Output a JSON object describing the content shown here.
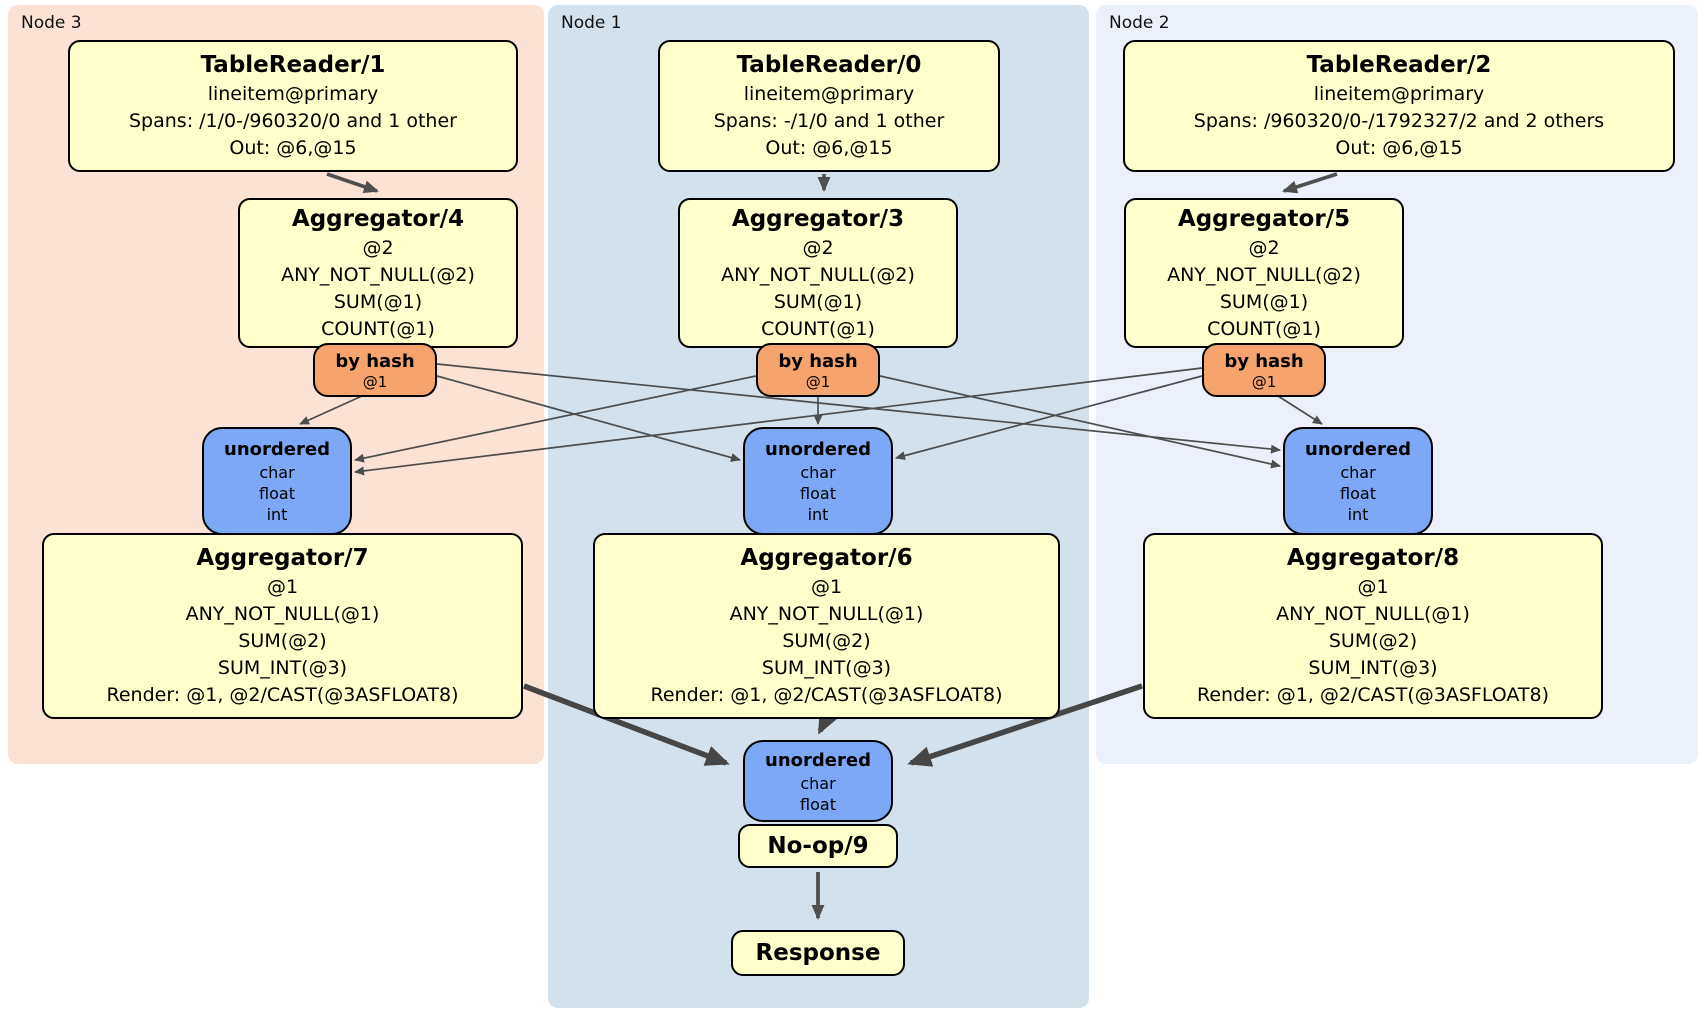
{
  "panels": [
    {
      "label": "Node 3"
    },
    {
      "label": "Node 1"
    },
    {
      "label": "Node 2"
    }
  ],
  "boxes": {
    "tr1": {
      "title": "TableReader/1",
      "lines": [
        "lineitem@primary",
        "Spans: /1/0-/960320/0 and 1 other",
        "Out: @6,@15"
      ]
    },
    "tr0": {
      "title": "TableReader/0",
      "lines": [
        "lineitem@primary",
        "Spans: -/1/0 and 1 other",
        "Out: @6,@15"
      ]
    },
    "tr2": {
      "title": "TableReader/2",
      "lines": [
        "lineitem@primary",
        "Spans: /960320/0-/1792327/2 and 2 others",
        "Out: @6,@15"
      ]
    },
    "agg4": {
      "title": "Aggregator/4",
      "lines": [
        "@2",
        "ANY_NOT_NULL(@2)",
        "SUM(@1)",
        "COUNT(@1)"
      ]
    },
    "agg3": {
      "title": "Aggregator/3",
      "lines": [
        "@2",
        "ANY_NOT_NULL(@2)",
        "SUM(@1)",
        "COUNT(@1)"
      ]
    },
    "agg5": {
      "title": "Aggregator/5",
      "lines": [
        "@2",
        "ANY_NOT_NULL(@2)",
        "SUM(@1)",
        "COUNT(@1)"
      ]
    },
    "hash_left": {
      "title": "by hash",
      "detail": "@1"
    },
    "hash_mid": {
      "title": "by hash",
      "detail": "@1"
    },
    "hash_right": {
      "title": "by hash",
      "detail": "@1"
    },
    "sync_left": {
      "title": "unordered",
      "lines": [
        "char",
        "float",
        "int"
      ]
    },
    "sync_mid": {
      "title": "unordered",
      "lines": [
        "char",
        "float",
        "int"
      ]
    },
    "sync_right": {
      "title": "unordered",
      "lines": [
        "char",
        "float",
        "int"
      ]
    },
    "agg7": {
      "title": "Aggregator/7",
      "lines": [
        "@1",
        "ANY_NOT_NULL(@1)",
        "SUM(@2)",
        "SUM_INT(@3)",
        "Render: @1, @2/CAST(@3ASFLOAT8)"
      ]
    },
    "agg6": {
      "title": "Aggregator/6",
      "lines": [
        "@1",
        "ANY_NOT_NULL(@1)",
        "SUM(@2)",
        "SUM_INT(@3)",
        "Render: @1, @2/CAST(@3ASFLOAT8)"
      ]
    },
    "agg8": {
      "title": "Aggregator/8",
      "lines": [
        "@1",
        "ANY_NOT_NULL(@1)",
        "SUM(@2)",
        "SUM_INT(@3)",
        "Render: @1, @2/CAST(@3ASFLOAT8)"
      ]
    },
    "sync_final": {
      "title": "unordered",
      "lines": [
        "char",
        "float"
      ]
    },
    "noop": {
      "title": "No-op/9"
    },
    "response": {
      "title": "Response"
    }
  },
  "colors": {
    "panel_node3_bg": "#fce2d4",
    "panel_node1_bg": "#d3e1ec",
    "panel_node2_bg": "#ebf0fb",
    "box_fill": "#ffffcc",
    "router_fill": "#f6a46d",
    "sync_fill": "#7da8f5",
    "edge_color": "#4d4d4d",
    "border_color": "#000000"
  }
}
